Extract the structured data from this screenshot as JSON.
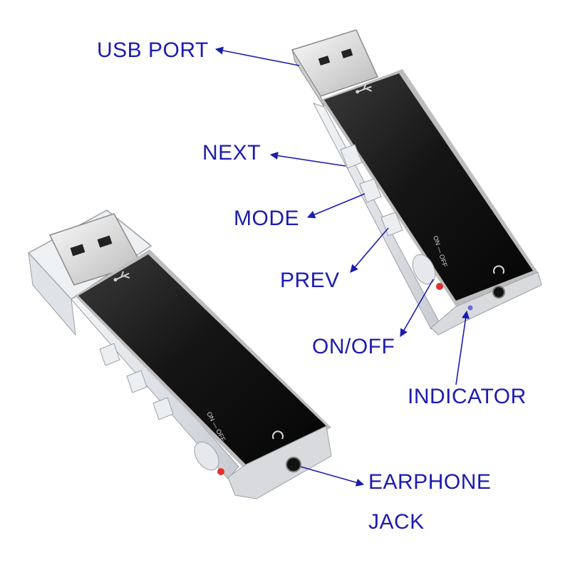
{
  "colors": {
    "label": "#1c1caf",
    "arrow": "#1c1caf",
    "body": "#141414",
    "trim": "#c8c8c8",
    "plug": "#e6e6e6",
    "clear_plastic": "#dfe3e8",
    "indicator_led": "#e03030"
  },
  "icons": {
    "usb_symbol": "usb-icon",
    "headphone_symbol": "headphone-icon"
  },
  "device_markings": {
    "switch_text": "ON — OFF"
  },
  "callouts": {
    "usb_port": "USB PORT",
    "next": "NEXT",
    "mode": "MODE",
    "prev": "PREV",
    "on_off": "ON/OFF",
    "indicator": "INDICATOR",
    "earphone_jack_line1": "EARPHONE",
    "earphone_jack_line2": "JACK"
  }
}
